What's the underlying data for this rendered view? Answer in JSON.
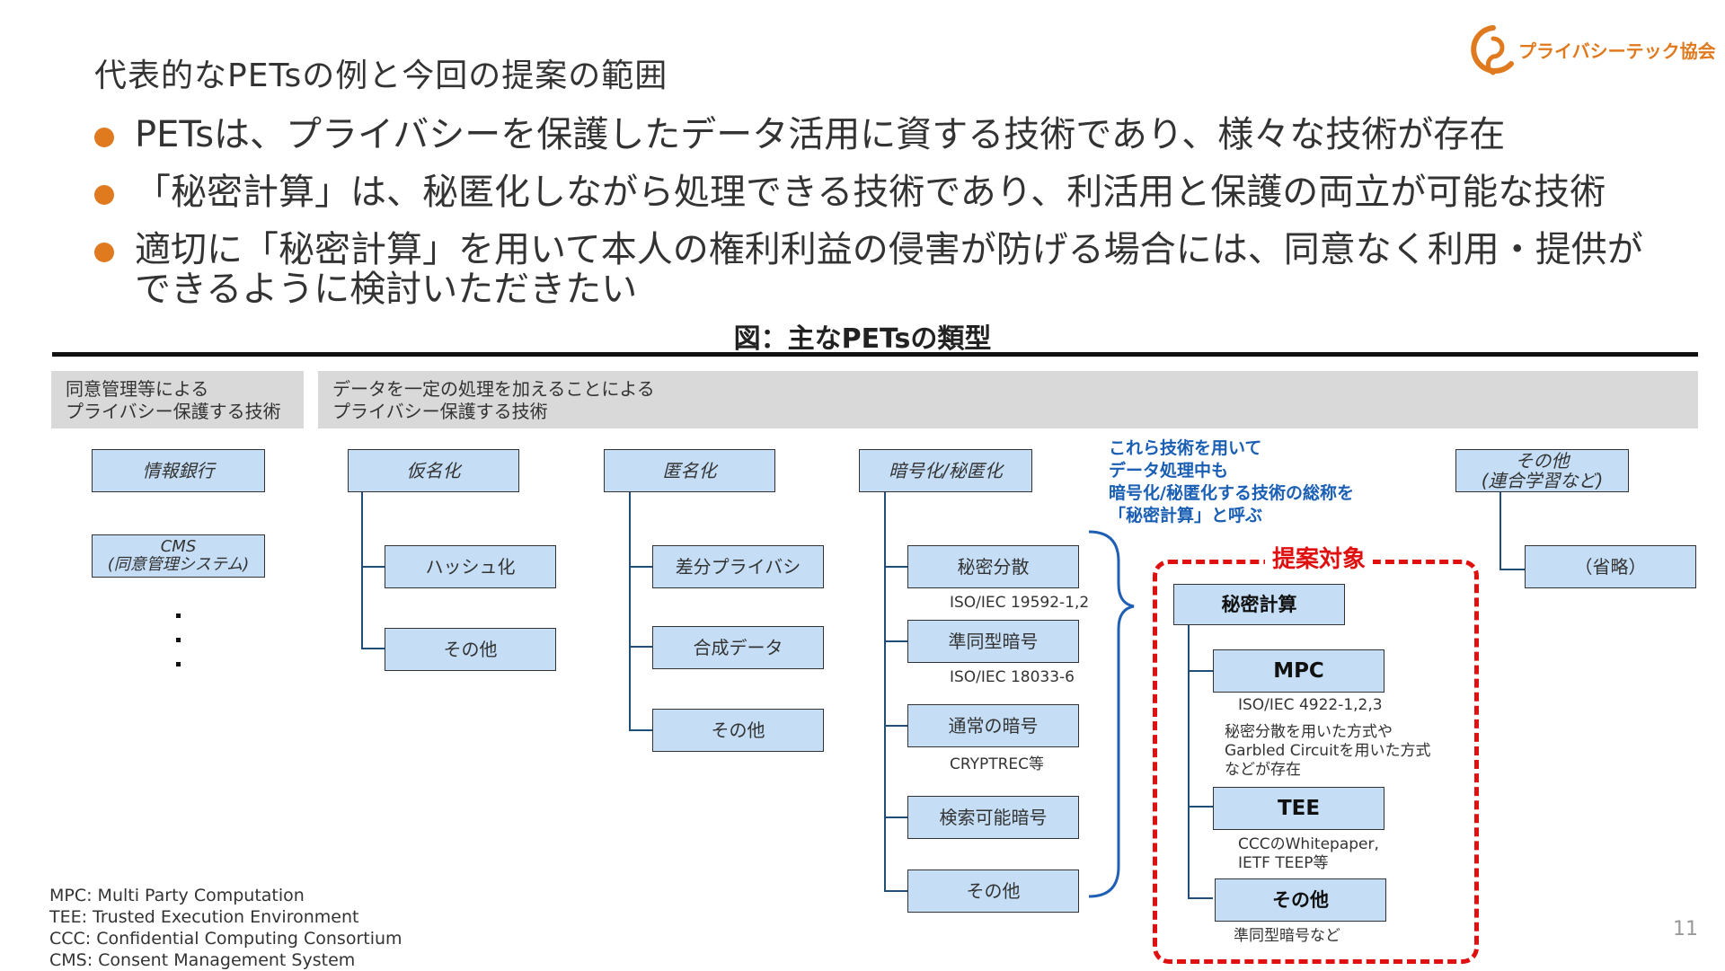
{
  "slide": {
    "title": "代表的なPETsの例と今回の提案の範囲",
    "logo_text": "プライバシーテック協会",
    "bullets": [
      "PETsは、プライバシーを保護したデータ活用に資する技術であり、様々な技術が存在",
      "「秘密計算」は、秘匿化しながら処理できる技術であり、利活用と保護の両立が可能な技術",
      "適切に「秘密計算」を用いて本人の権利利益の侵害が防げる場合には、同意なく利用・提供ができるように検討いただきたい"
    ],
    "figure_title": "図：主なPETsの類型",
    "page_number": "11"
  },
  "categories": {
    "consent": "同意管理等による\nプライバシー保護する技術",
    "processing": "データを一定の処理を加えることによる\nプライバシー保護する技術"
  },
  "consent_boxes": {
    "info_bank": "情報銀行",
    "cms": "CMS\n(同意管理システム)"
  },
  "pseudonym": {
    "head": "仮名化",
    "items": [
      "ハッシュ化",
      "その他"
    ]
  },
  "anonymize": {
    "head": "匿名化",
    "items": [
      "差分プライバシ",
      "合成データ",
      "その他"
    ]
  },
  "encrypt": {
    "head": "暗号化/秘匿化",
    "items": [
      "秘密分散",
      "準同型暗号",
      "通常の暗号",
      "検索可能暗号",
      "その他"
    ],
    "notes": [
      "ISO/IEC 19592-1,2",
      "ISO/IEC 18033-6",
      "CRYPTREC等"
    ]
  },
  "callout": "これら技術を用いて\nデータ処理中も\n暗号化/秘匿化する技術の総称を\n「秘密計算」と呼ぶ",
  "proposal": {
    "label": "提案対象",
    "head": "秘密計算",
    "mpc": "MPC",
    "mpc_note": "ISO/IEC 4922-1,2,3",
    "mpc_desc": "秘密分散を用いた方式や\nGarbled Circuitを用いた方式\nなどが存在",
    "tee": "TEE",
    "tee_note": "CCCのWhitepaper,\nIETF TEEP等",
    "other": "その他",
    "other_note": "準同型暗号など"
  },
  "others": {
    "head": "その他\n(連合学習など)",
    "item": "（省略）"
  },
  "legend": [
    "MPC: Multi Party Computation",
    "TEE: Trusted Execution Environment",
    "CCC: Confidential Computing Consortium",
    "CMS: Consent Management System"
  ],
  "colors": {
    "accent": "#e07a1f",
    "box_fill": "#c5def5",
    "callout_blue": "#1a5fb4",
    "proposal_red": "#e01010"
  }
}
